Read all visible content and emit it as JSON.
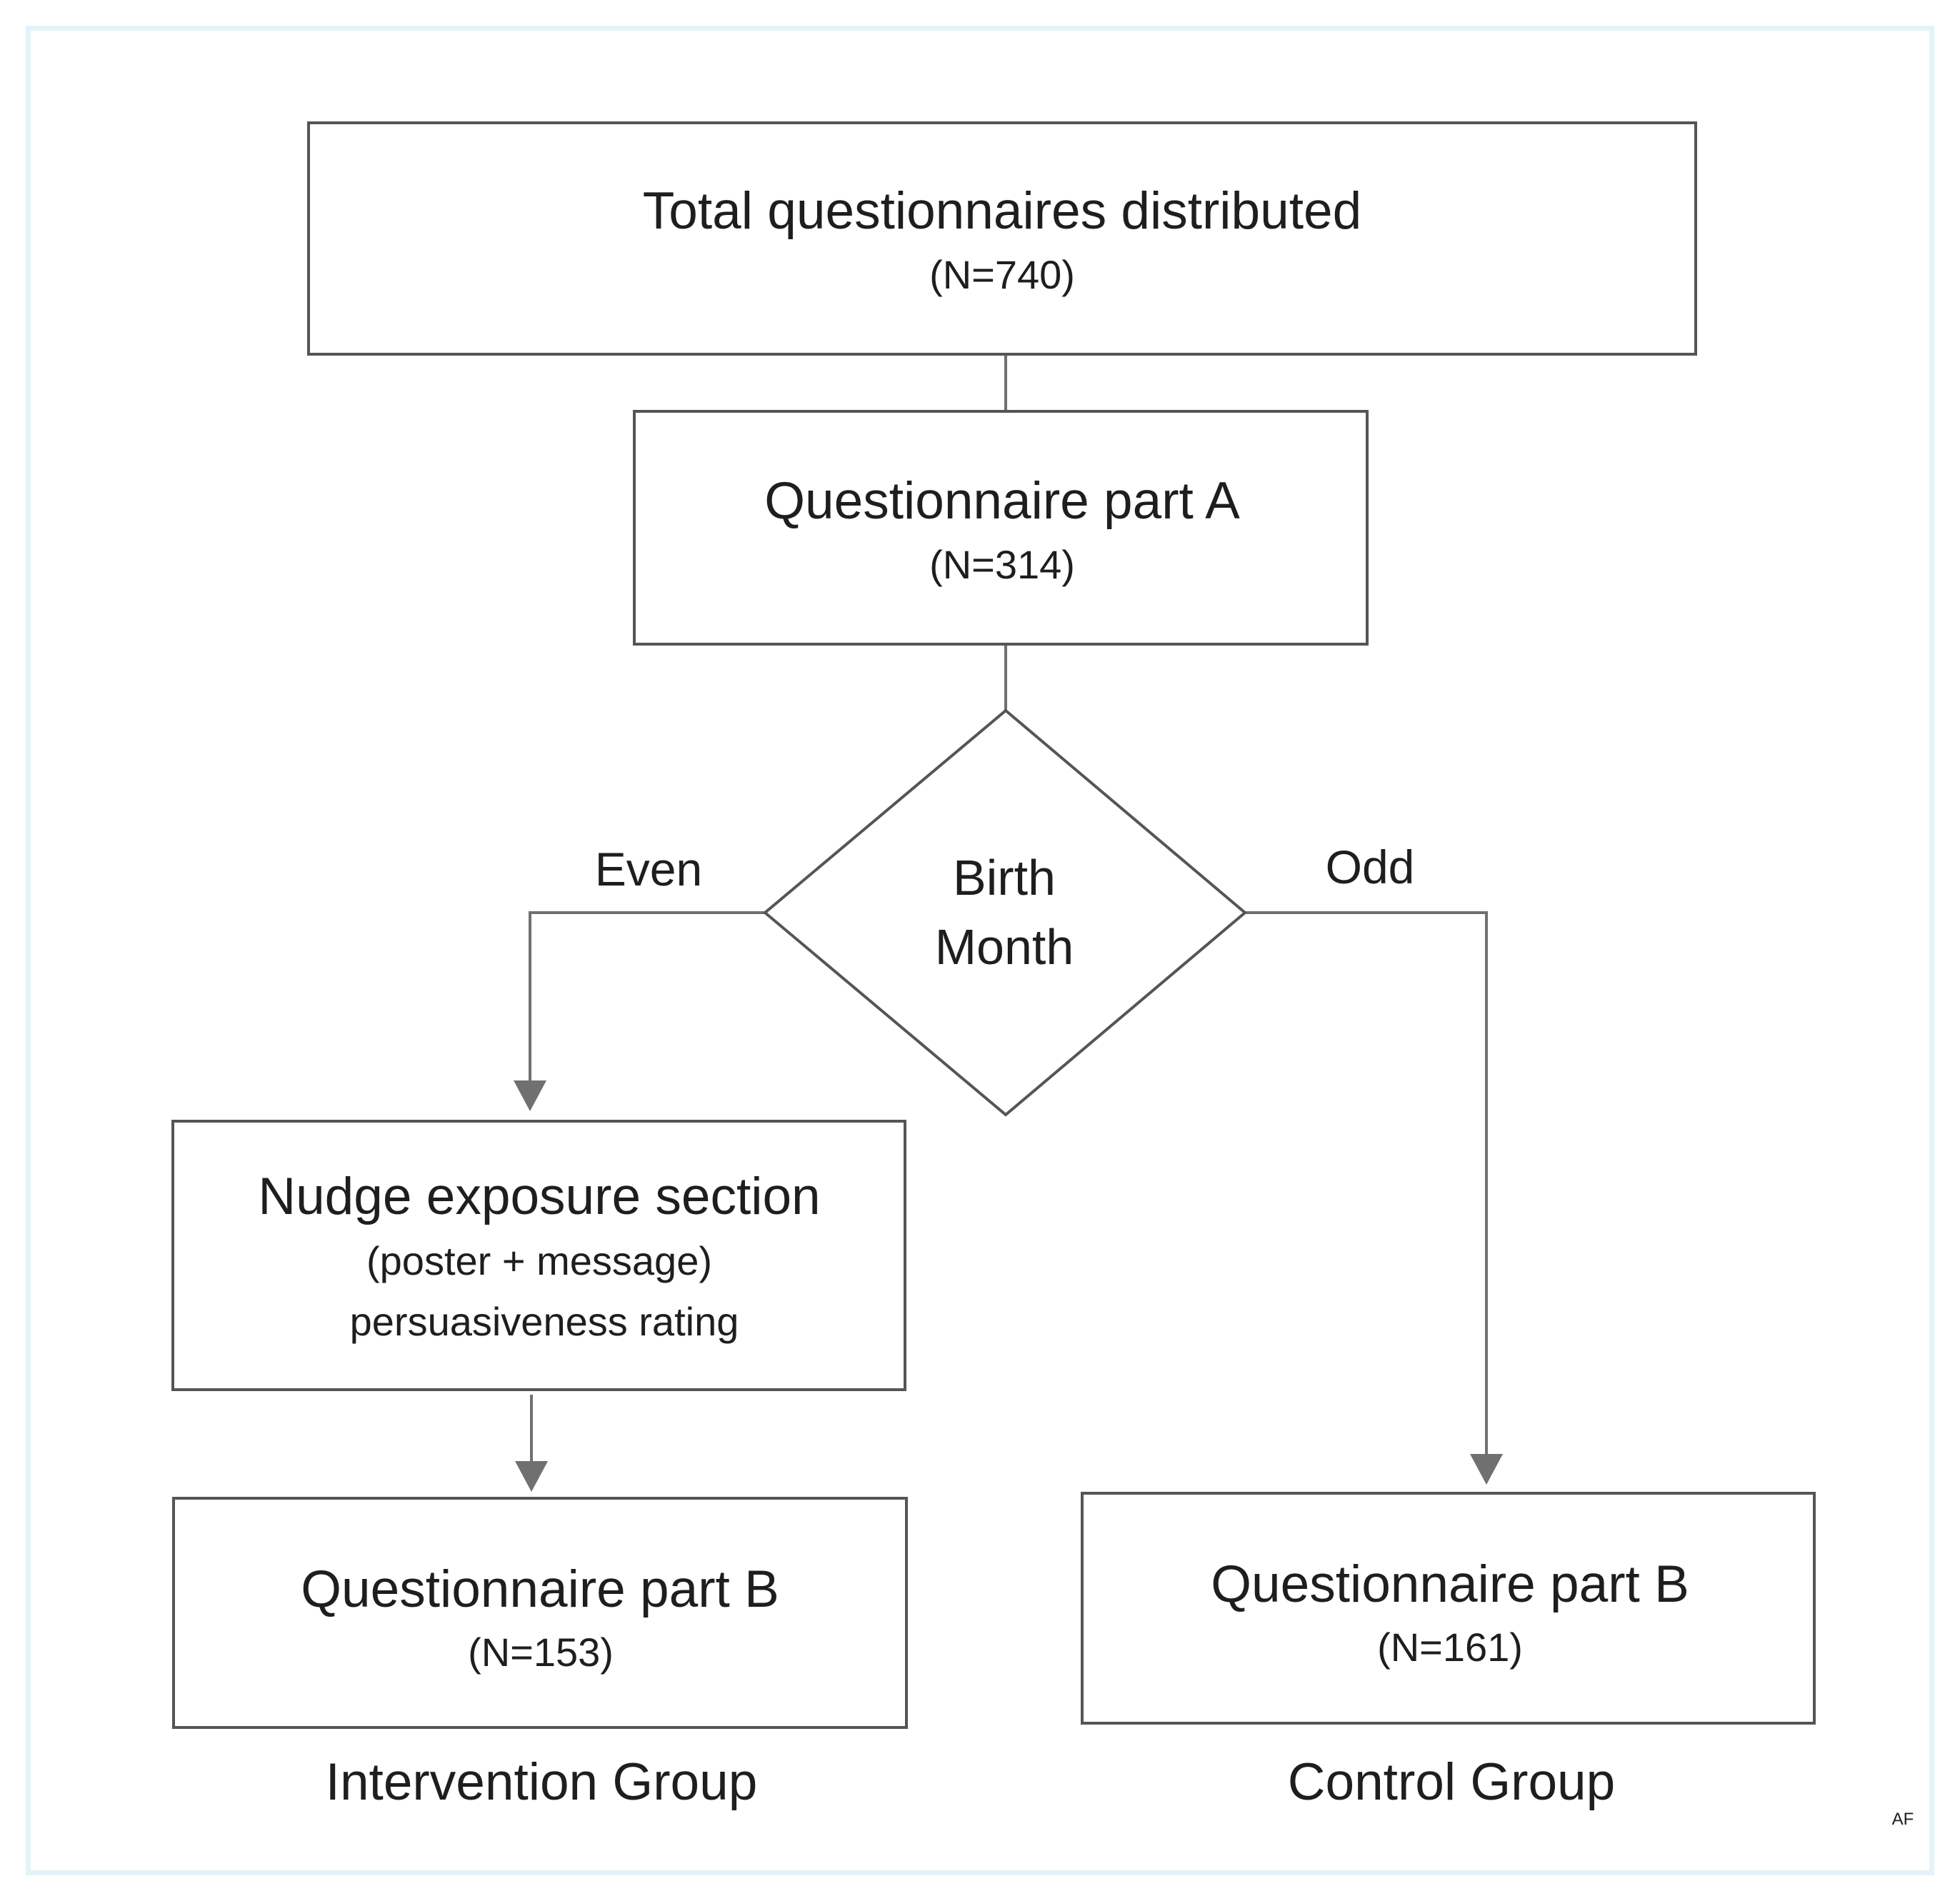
{
  "nodes": {
    "total": {
      "title": "Total questionnaires distributed",
      "sub": "(N=740)"
    },
    "part_a": {
      "title": "Questionnaire part A",
      "sub": "(N=314)"
    },
    "decision": {
      "line1": "Birth",
      "line2": "Month"
    },
    "nudge": {
      "title": "Nudge exposure section",
      "sub1": "(poster + message)",
      "sub2": "persuasiveness rating"
    },
    "part_b_intervention": {
      "title": "Questionnaire part B",
      "sub": "(N=153)"
    },
    "part_b_control": {
      "title": "Questionnaire part B",
      "sub": "(N=161)"
    }
  },
  "branches": {
    "left": "Even",
    "right": "Odd"
  },
  "groups": {
    "intervention": "Intervention Group",
    "control": "Control Group"
  },
  "watermark": "AF",
  "colors": {
    "frame": "#e4f3fa",
    "box_stroke": "#555555",
    "line": "#707070",
    "text": "#1e1e1e"
  }
}
